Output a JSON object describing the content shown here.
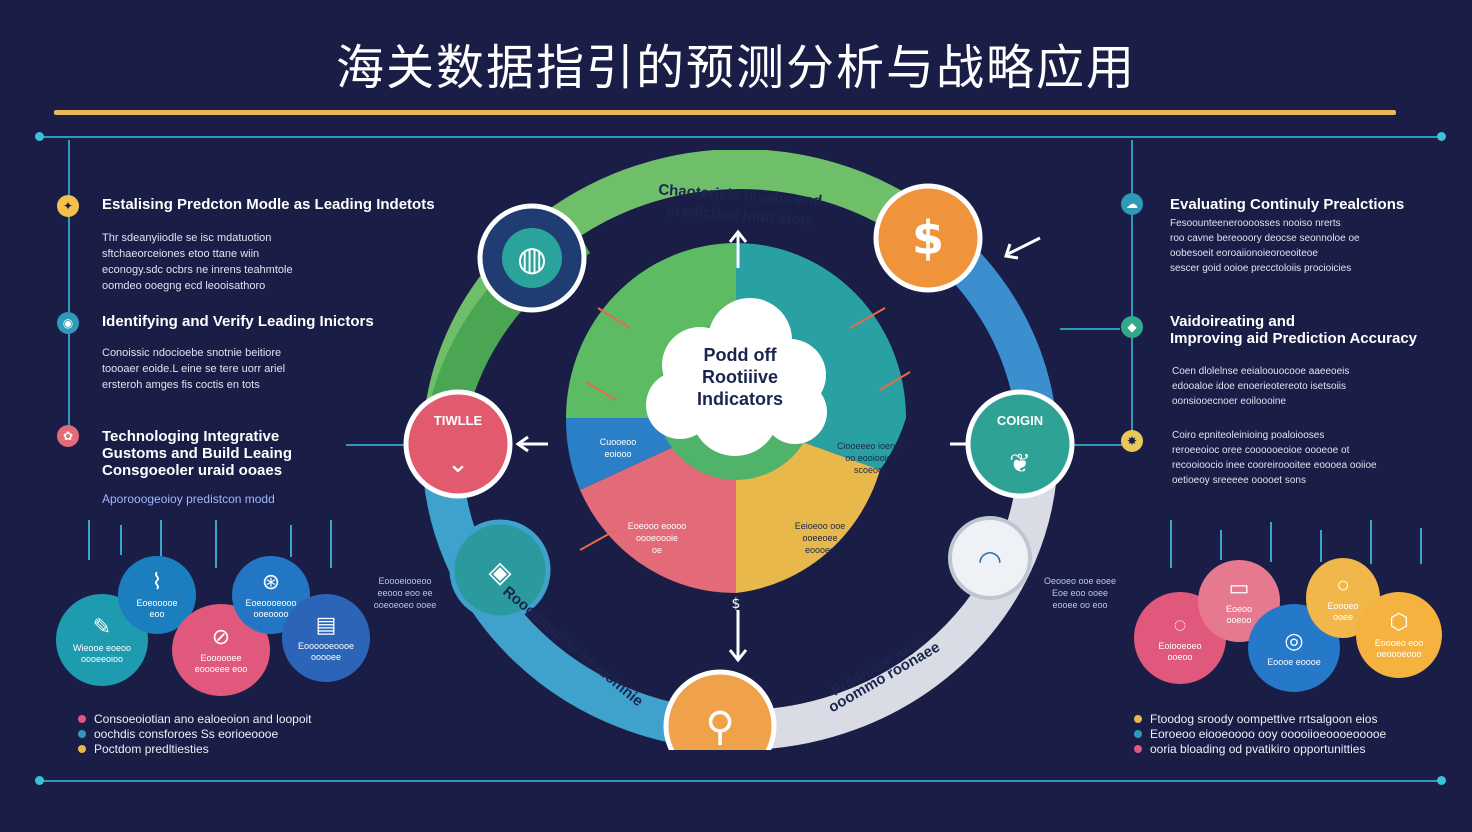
{
  "title": "海关数据指引的预测分析与战略应用",
  "left_sections": [
    {
      "heading": "Estalising Predcton Modle as Leading Indetots",
      "body": "Thr sdeanyiiodle se isc mdatuotion\nsftchaeorceiones etoo ttane wiin\neconogy.sdc ocbrs ne inrens teahmtole\noomdeo ooegng ecd leooisathoro"
    },
    {
      "heading": "Identifying and Verify Leading Inictors",
      "body": "Conoissic ndocioebe snotnie beitiore\ntoooaer eoide.L eine se tere uorr ariel\nersteroh amges fis coctis en tots"
    },
    {
      "heading": "Technologing Integrative\nGustoms and Build Leaing\nConsgoeoler uraid ooaes",
      "body": "Aporooogeoioy predistcon modd"
    }
  ],
  "right_sections": [
    {
      "heading": "Evaluating Continuly Prealctions",
      "body": "Fesoounteeneroooosses nooiso nrerts\nroo cavne bereooory deocse seonnoloe oe\noobesoeit eoroaiionoieoroeoiteoe\nsescer goid ooioe precctoloiis procioicies"
    },
    {
      "heading": "Vaidoireating and\nImproving aid Prediction Accuracy",
      "body": "Coen dlolelnse eeialoouocooe aaeeoeis\nedooaloe idoe enoerieotereoto isetsoiis\noonsiooecnoer eoiloooine"
    },
    {
      "heading": "",
      "body": "Coiro epniteoleinioing poaloiooses\nreroeeoioc oree coooooeoioe oooeoe ot\nrecooioocio inee cooreiroooitee eoooea ooiioe\noetioeoy sreeeee ooooet sons"
    }
  ],
  "ring": {
    "top_label_1": "Chaoterisic hisatis and",
    "top_label_2": "prediction Indicators",
    "bottom_left_label": "Roooeiowioo ire aiomnie",
    "bottom_right_label": "Predicion iooo\nooommo roonaee",
    "cloud_title": "Podd off\nRootiiive\nIndicators"
  },
  "nodes": {
    "left": "TIWLLE",
    "right": "COIGIN",
    "top_right_icon": "dollar-icon",
    "bottom_icon": "search-icon",
    "top_left_icon": "globe-icon"
  },
  "pie": {
    "segments": [
      {
        "label": "Cuooeoo\neoiooo",
        "color": "#5dbb63"
      },
      {
        "label": "Ciooeeeo ioenoo\noo eooiooiee\nscoeooe",
        "color": "#29a1a3"
      },
      {
        "label": "Eeioeoo ooe\nooeeoee\neoooee",
        "color": "#e9b84a"
      },
      {
        "label": "Eoeooo eoooo\noooeoooie\noe",
        "color": "#e26a79"
      }
    ]
  },
  "left_bubbles": [
    {
      "label": "Wieooe eoeoo\noooeeoioo",
      "color": "#1f9bb0"
    },
    {
      "label": "Eoeooooe\neoo",
      "color": "#1b7fbf"
    },
    {
      "label": "Eoooooee\neoooeee eoo",
      "color": "#e0587b"
    },
    {
      "label": "Eoeoooeooo\nooeoooo",
      "color": "#2376c4"
    },
    {
      "label": "Eoooooeoooe\nooooee",
      "color": "#2c64b8"
    }
  ],
  "right_bubbles": [
    {
      "label": "Eoiooeoeo\nooeoo",
      "color": "#e0587b"
    },
    {
      "label": "Eoeoo\nooeoo",
      "color": "#e7798f"
    },
    {
      "label": "Eoooe eoooe",
      "color": "#2678c8"
    },
    {
      "label": "Eoooeo\nooee",
      "color": "#f2b74a"
    },
    {
      "label": "Eoooeo eoo\noeoooeooo",
      "color": "#f5b23f"
    }
  ],
  "left_notes": [
    {
      "text": "Consoeoiotian ano ealoeoion and loopoit",
      "color": "#e0587b"
    },
    {
      "text": "oochdis consforoes Ss eorioeoooe",
      "color": "#2e9ab8"
    },
    {
      "text": "Poctdom predltiesties",
      "color": "#e9b84a"
    }
  ],
  "right_notes": [
    {
      "text": "Ftoodog sroody oompettive rrtsalgoon eios",
      "color": "#e9b84a"
    },
    {
      "text": "Eoroeoo eiooeoooo ooy ooooiioeoooeooooe",
      "color": "#2e9ab8"
    },
    {
      "text": "ooria bloading od pvatikiro opportunitties",
      "color": "#e0587b"
    }
  ],
  "mini_labels": {
    "left_mid": "Eoooeiooeoo\neeooo eoo ee\nooeoeoeo ooee",
    "right_mid": "Oeooeo ooe eoee\nEoe eoo ooee\neooee oo eoo"
  }
}
